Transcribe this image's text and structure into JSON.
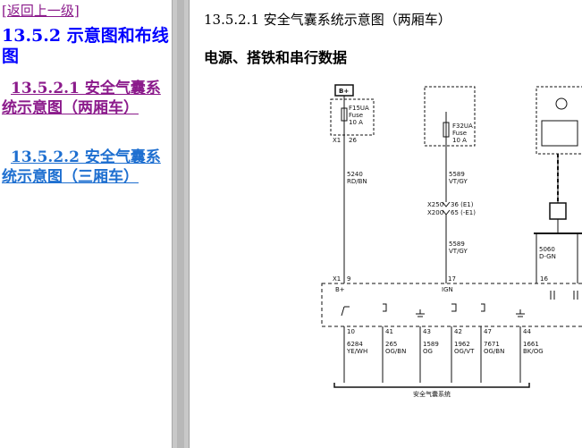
{
  "nav": {
    "back_link": "[返回上一级]",
    "section_title": "13.5.2 示意图和布线图",
    "items": [
      {
        "label": "13.5.2.1 安全气囊系统示意图（两厢车）",
        "color": "#8b1a8b",
        "visited": true
      },
      {
        "label": "13.5.2.2 安全气囊系统示意图（三厢车）",
        "color": "#1e6fd0",
        "visited": false
      }
    ]
  },
  "document": {
    "title": "13.5.2.1 安全气囊系统示意图（两厢车）",
    "subtitle": "电源、搭铁和串行数据"
  },
  "diagram": {
    "battery_label": "B+",
    "fuse1": {
      "name": "F15UA",
      "type": "Fuse",
      "rating": "10 A"
    },
    "fuse2": {
      "name": "F32UA",
      "type": "Fuse",
      "rating": "10 A"
    },
    "connector_x1": "X1",
    "pin_26": "26",
    "pin_9": "9",
    "pin_17": "17",
    "pin_16": "16",
    "wire1": {
      "code": "5240",
      "color": "RD/BN"
    },
    "wire2": {
      "code": "5589",
      "color": "VT/GY"
    },
    "wire3": {
      "code": "5589",
      "color": "VT/GY"
    },
    "wire4": {
      "code": "5060",
      "color": "D-GN"
    },
    "x_connector_a": "X250",
    "x_connector_b": "X200",
    "pin_36_e1": "36 (E1)",
    "pin_65": "65 (-E1)",
    "module_b_label": "B+",
    "module_ign_label": "IGN",
    "bottom_pins": [
      "10",
      "41",
      "43",
      "42",
      "47",
      "44"
    ],
    "bottom_wires": [
      {
        "code": "6284",
        "color": "YE/WH"
      },
      {
        "code": "265",
        "color": "OG/BN"
      },
      {
        "code": "1589",
        "color": "OG"
      },
      {
        "code": "1962",
        "color": "OG/VT"
      },
      {
        "code": "7671",
        "color": "OG/BN"
      },
      {
        "code": "1661",
        "color": "BK/OG"
      }
    ],
    "bottom_caption": "安全气囊系统"
  }
}
